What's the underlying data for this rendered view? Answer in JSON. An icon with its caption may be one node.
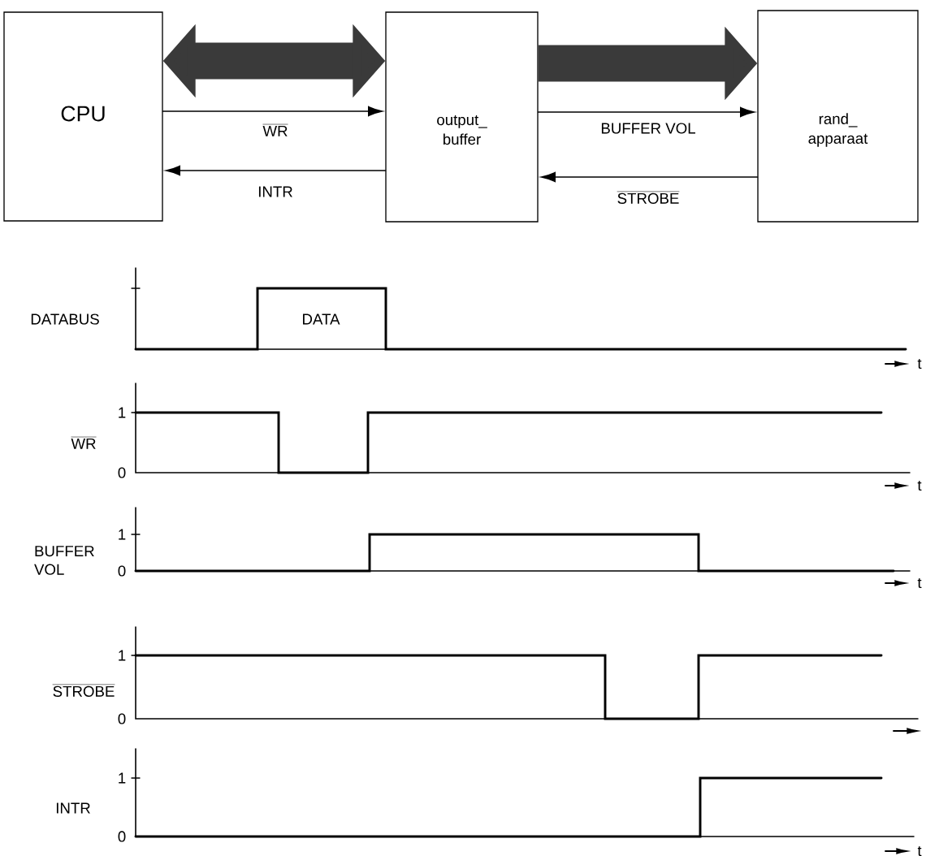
{
  "diagram": {
    "nodes": [
      {
        "text": [
          "CPU"
        ]
      },
      {
        "text": [
          "output_ buffer"
        ]
      },
      {
        "text": [
          "rand_ apparaat"
        ]
      }
    ],
    "edges": [
      {
        "from": 0,
        "to": 1,
        "arrow": "both",
        "style": "thick",
        "color": "#3a3a3a"
      },
      {
        "from": 1,
        "to": 2,
        "arrow": "to",
        "style": "thick",
        "color": "#3a3a3a"
      },
      {
        "from": 0,
        "to": 1,
        "arrow": "to",
        "label": "WR"
      },
      {
        "from": 1,
        "to": 0,
        "arrow": "to",
        "label": "INTR"
      },
      {
        "from": 1,
        "to": 2,
        "arrow": "to",
        "label": "BUFFER VOL"
      },
      {
        "from": 2,
        "to": 1,
        "arrow": "to",
        "label": "STROBE"
      }
    ],
    "labels": [
      "DATABUS",
      "DATA",
      "t",
      "1",
      "WR",
      "0",
      "t",
      "1",
      "BUFFER VOL",
      "0",
      "t",
      "1",
      "STROBE",
      "0",
      "1",
      "INTR",
      "0",
      "t"
    ]
  }
}
